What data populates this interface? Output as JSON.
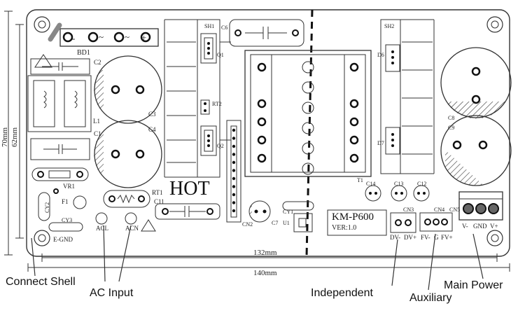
{
  "board": {
    "model": "KM-P600",
    "version": "VER:1.0",
    "hot_label": "HOT"
  },
  "dimensions": {
    "inner_width": "132mm",
    "outer_width": "140mm",
    "outer_height": "70mm",
    "inner_height": "62mm"
  },
  "components": {
    "bd1": "BD1",
    "c2": "C2",
    "c3": "C3",
    "c4": "C4",
    "c1": "C1",
    "l1": "L1",
    "vr1": "VR1",
    "f1": "F1",
    "cy2": "CY2",
    "cy3": "CY3",
    "egnd": "E-GND",
    "acl": "ACL",
    "acn": "ACN",
    "rt1": "RT1",
    "c11": "C11",
    "sh1": "SH1",
    "c6": "C6",
    "q1": "Q1",
    "rt2": "RT2",
    "q2": "Q2",
    "cn2": "CN2",
    "c7": "C7",
    "cy1": "CY1",
    "u1": "U1",
    "t1": "T1",
    "sh2": "SH2",
    "d6": "D6",
    "d7": "D7",
    "c8": "C8",
    "c9": "C9",
    "c14": "C14",
    "c13": "C13",
    "c12": "C12",
    "cn3": "CN3",
    "cn4": "CN4",
    "cn5": "CN5"
  },
  "pins": {
    "bridge_minus": "-",
    "bridge_ac1": "~",
    "bridge_ac2": "~",
    "bridge_plus": "+",
    "cn3_a": "DV-",
    "cn3_b": "DV+",
    "cn4_a": "FV-",
    "cn4_b": "G",
    "cn4_c": "FV+",
    "cn5_a": "V-",
    "cn5_b": "GND",
    "cn5_c": "V+"
  },
  "callouts": {
    "connect_shell": "Connect Shell",
    "ac_input": "AC Input",
    "independent": "Independent",
    "auxiliary": "Auxiliary",
    "main_power": "Main Power"
  }
}
